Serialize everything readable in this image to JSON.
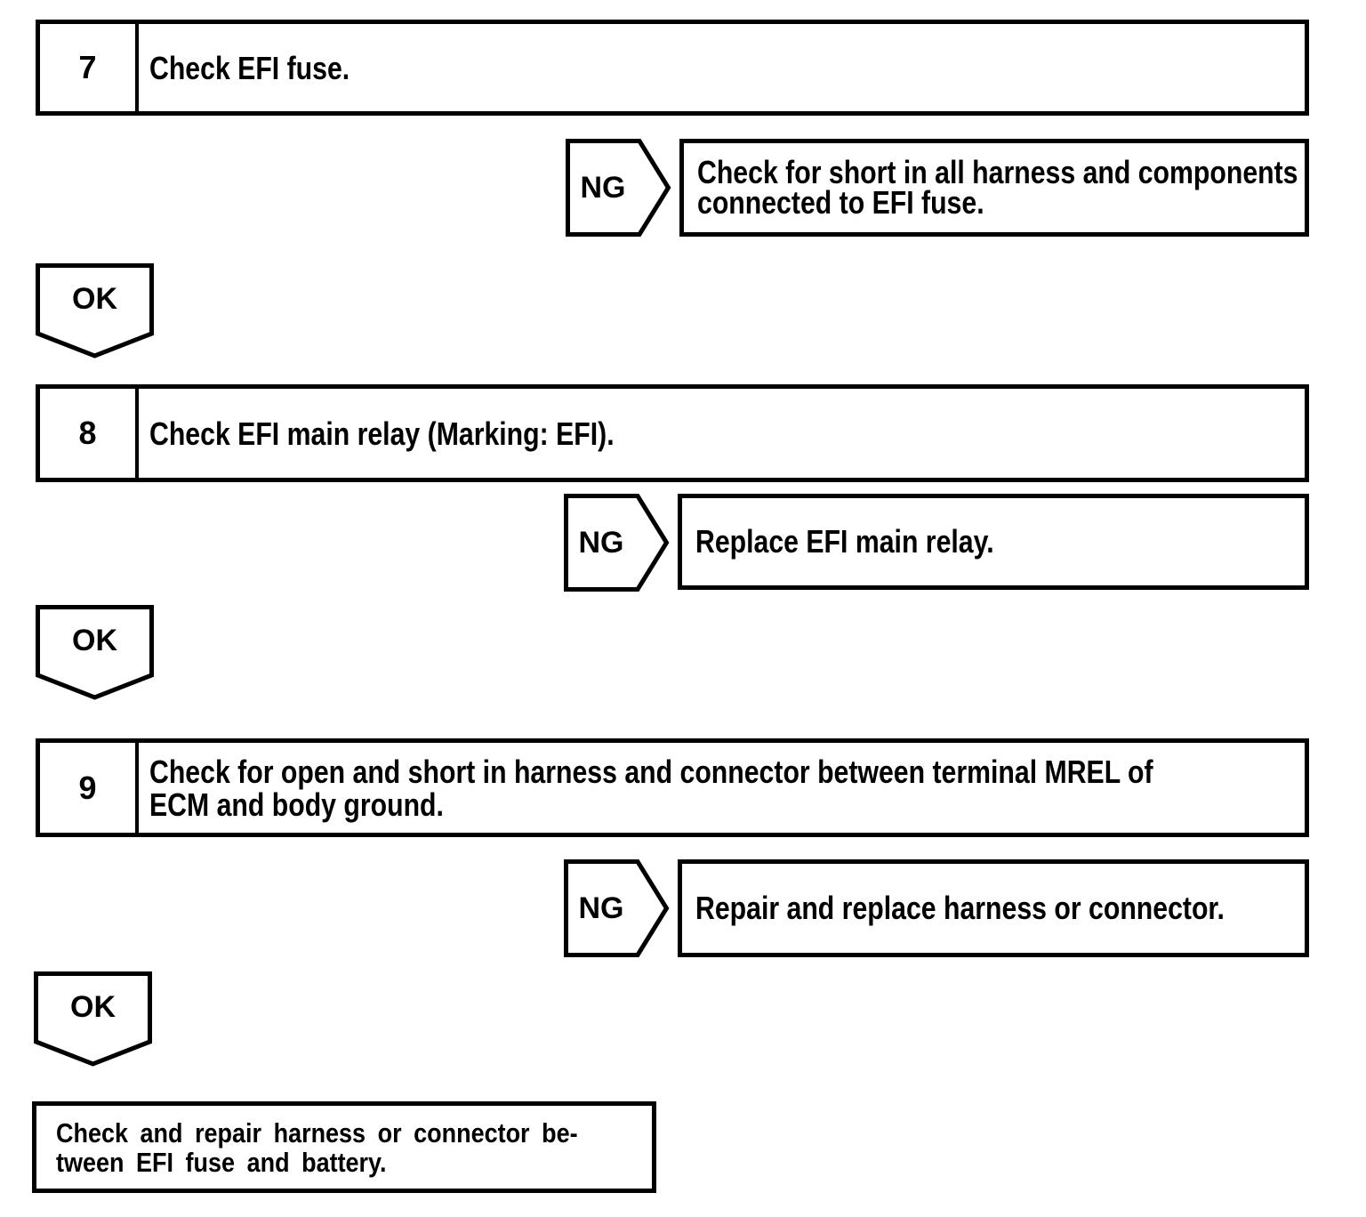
{
  "flowchart": {
    "steps": [
      {
        "number": "7",
        "title_lines": [
          "Check EFI fuse."
        ],
        "ng_label": "NG",
        "ng_action_lines": [
          "Check for short in all harness and components",
          "connected to EFI fuse."
        ],
        "ok_label": "OK"
      },
      {
        "number": "8",
        "title_lines": [
          "Check EFI main relay (Marking: EFI)."
        ],
        "ng_label": "NG",
        "ng_action_lines": [
          "Replace EFI main relay."
        ],
        "ok_label": "OK"
      },
      {
        "number": "9",
        "title_lines": [
          "Check for open and short in harness and connector between terminal MREL of",
          "ECM and body ground."
        ],
        "ng_label": "NG",
        "ng_action_lines": [
          "Repair and replace harness or connector."
        ],
        "ok_label": "OK"
      }
    ],
    "final_action_lines": [
      "Check and repair harness or connector be-",
      "tween EFI fuse and battery."
    ]
  },
  "colors": {
    "ink": "#000000",
    "paper": "#ffffff"
  }
}
